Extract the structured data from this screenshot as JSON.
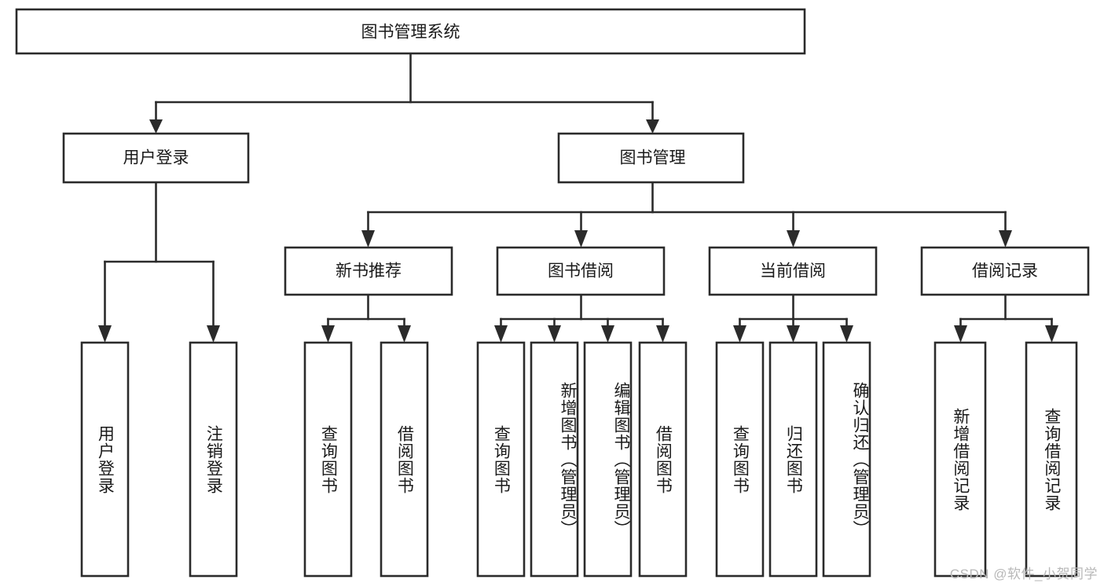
{
  "diagram": {
    "title": "图书管理系统",
    "type": "tree-hierarchy-chart",
    "orientation": "top-down",
    "box_style": {
      "fill": "#ffffff",
      "stroke": "#2b2b2b",
      "text_color": "#1a1a1a"
    },
    "levels": {
      "level1_label": "图书管理系统",
      "level2": [
        "用户登录",
        "图书管理"
      ],
      "level3": [
        "新书推荐",
        "图书借阅",
        "当前借阅",
        "借阅记录"
      ]
    },
    "nodes": {
      "root": {
        "label": "图书管理系统"
      },
      "user_login": {
        "label": "用户登录"
      },
      "book_manage": {
        "label": "图书管理"
      },
      "new_book_rec": {
        "label": "新书推荐"
      },
      "book_borrow": {
        "label": "图书借阅"
      },
      "current_borrow": {
        "label": "当前借阅"
      },
      "borrow_record": {
        "label": "借阅记录"
      }
    },
    "leaves": {
      "user_login_children": [
        {
          "label": "用户登录"
        },
        {
          "label": "注销登录"
        }
      ],
      "new_book_rec_children": [
        {
          "label": "查询图书"
        },
        {
          "label": "借阅图书"
        }
      ],
      "book_borrow_children": [
        {
          "label": "查询图书"
        },
        {
          "label": "新增图书（管理员）"
        },
        {
          "label": "编辑图书（管理员）"
        },
        {
          "label": "借阅图书"
        }
      ],
      "current_borrow_children": [
        {
          "label": "查询图书"
        },
        {
          "label": "归还图书"
        },
        {
          "label": "确认归还（管理员）"
        }
      ],
      "borrow_record_children": [
        {
          "label": "新增借阅记录"
        },
        {
          "label": "查询借阅记录"
        }
      ]
    }
  },
  "watermark": {
    "text": "CSDN @软件_小贺同学"
  }
}
